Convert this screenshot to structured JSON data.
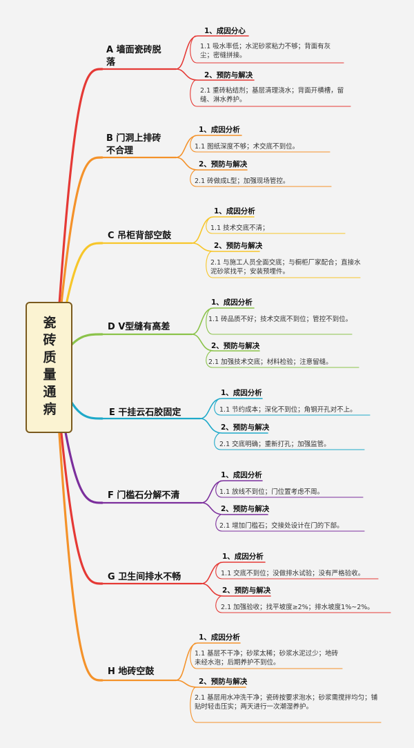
{
  "root": {
    "title": "瓷砖质量通病"
  },
  "colors": {
    "A": "#e53935",
    "B": "#f4922a",
    "C": "#f7c62a",
    "D": "#8bc34a",
    "E": "#1ea9c9",
    "F": "#7b2e9c",
    "G": "#e53935",
    "H": "#f4922a"
  },
  "branches": [
    {
      "key": "A",
      "label": "A 墙面瓷砖脱落",
      "sections": [
        {
          "title": "1、成因分心",
          "detail": "1.1 吸水率低；水泥砂浆粘力不够；背面有灰尘；密缝拼接。"
        },
        {
          "title": "2、预防与解决",
          "detail": "2.1 重砖粘结剂；基层清理浇水；背面开横槽，留缝、淋水养护。"
        }
      ]
    },
    {
      "key": "B",
      "label": "B 门洞上排砖不合理",
      "sections": [
        {
          "title": "1、成因分析",
          "detail": "1.1 图纸深度不够；术交底不到位。"
        },
        {
          "title": "2、预防与解决",
          "detail": "2.1 砖做成L型；加强现场管控。"
        }
      ]
    },
    {
      "key": "C",
      "label": "C 吊柜背部空鼓",
      "sections": [
        {
          "title": "1、成因分析",
          "detail": "1.1 技术交底不清；"
        },
        {
          "title": "2、预防与解决",
          "detail": "2.1 与施工人员全面交底；与橱柜厂家配合；直接水泥砂浆找平；安装预埋件。"
        }
      ]
    },
    {
      "key": "D",
      "label": "D V型缝有高差",
      "sections": [
        {
          "title": "1、成因分析",
          "detail": "1.1 砖品质不好；技术交底不到位；管控不到位。"
        },
        {
          "title": "2、预防与解决",
          "detail": "2.1 加强技术交底；材料检验；注意留缝。"
        }
      ]
    },
    {
      "key": "E",
      "label": "E 干挂云石胶固定",
      "sections": [
        {
          "title": "1、成因分析",
          "detail": "1.1 节约成本；深化不到位；角钢开孔对不上。"
        },
        {
          "title": "2、预防与解决",
          "detail": "2.1 交底明确；重新打孔；加强监管。"
        }
      ]
    },
    {
      "key": "F",
      "label": "F 门槛石分解不清",
      "sections": [
        {
          "title": "1、成因分析",
          "detail": "1.1 放线不到位；门位置考虑不周。"
        },
        {
          "title": "2、预防与解决",
          "detail": "2.1 增加门槛石；交接处设计在门的下部。"
        }
      ]
    },
    {
      "key": "G",
      "label": "G 卫生间排水不畅",
      "sections": [
        {
          "title": "1、成因分析",
          "detail": "1.1 交底不到位；没做排水试验；没有严格验收。"
        },
        {
          "title": "2、预防与解决",
          "detail": "2.1 加强验收；找平坡度≥2%；排水坡度1%~2%。"
        }
      ]
    },
    {
      "key": "H",
      "label": "H 地砖空鼓",
      "sections": [
        {
          "title": "1、成因分析",
          "detail": "1.1 基层不干净；砂浆太稀；砂浆水泥过少；地砖未经水泡；后期养护不到位。"
        },
        {
          "title": "2、预防与解决",
          "detail": "2.1 基层用水冲洗干净；瓷砖按要求泡水；砂浆需搅拌均匀；铺贴时轻击压实；两天进行一次潮湿养护。"
        }
      ]
    }
  ]
}
